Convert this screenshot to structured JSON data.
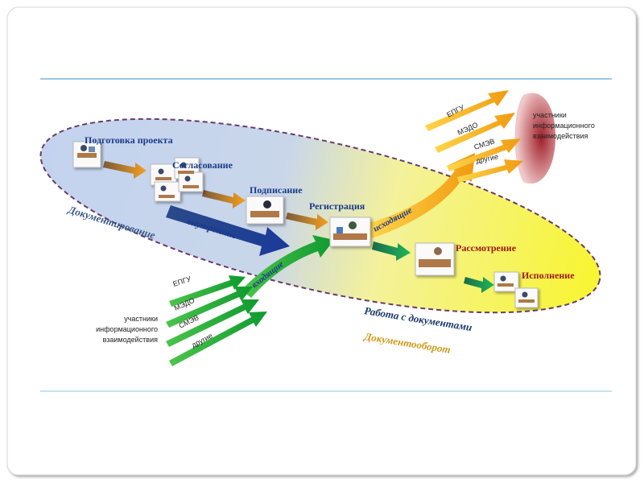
{
  "diagram": {
    "zones": {
      "documentation": "Документирование",
      "work_with_documents": "Работа с документами",
      "document_flow": "Документооборот"
    },
    "stages": {
      "prepare": "Подготовка проекта",
      "approve": "Согласование",
      "sign": "Подписание",
      "register": "Регистрация",
      "review": "Рассмотрение",
      "execute": "Исполнение"
    },
    "flows": {
      "internal": "внутренние",
      "incoming": "входящие",
      "outgoing": "исходящие"
    },
    "channels_out": [
      "ЕПГУ",
      "МЭДО",
      "СМЭВ",
      "другие"
    ],
    "channels_in": [
      "ЕПГУ",
      "МЭДО",
      "СМЭВ",
      "другие"
    ],
    "participants_right": [
      "участники",
      "информационного",
      "взаимодействия"
    ],
    "participants_left": [
      "участники",
      "информационного",
      "взаимодействия"
    ]
  }
}
